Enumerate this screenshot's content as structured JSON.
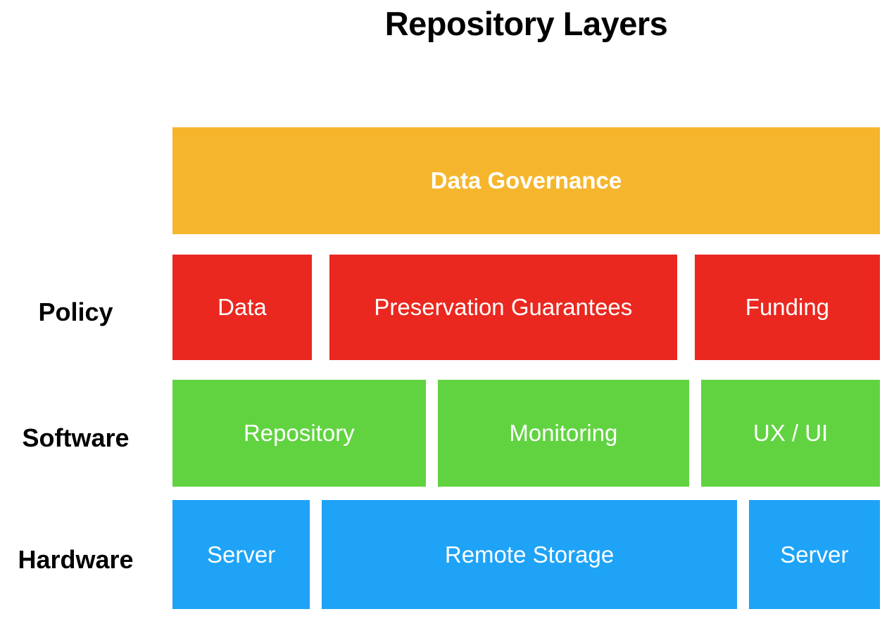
{
  "title": "Repository Layers",
  "colors": {
    "background": "#ffffff",
    "title_text": "#000000",
    "label_text": "#000000",
    "box_text": "#ffffff",
    "governance": "#f5b62e",
    "policy": "#ea2820",
    "software": "#61d341",
    "hardware": "#1ea3f7"
  },
  "rows": [
    {
      "label": "",
      "layer": "governance",
      "color": "#f5b62e",
      "boxes": [
        "Data Governance"
      ]
    },
    {
      "label": "Policy",
      "layer": "policy",
      "color": "#ea2820",
      "boxes": [
        "Data",
        "Preservation Guarantees",
        "Funding"
      ]
    },
    {
      "label": "Software",
      "layer": "software",
      "color": "#61d341",
      "boxes": [
        "Repository",
        "Monitoring",
        "UX / UI"
      ]
    },
    {
      "label": "Hardware",
      "layer": "hardware",
      "color": "#1ea3f7",
      "boxes": [
        "Server",
        "Remote Storage",
        "Server"
      ]
    }
  ]
}
